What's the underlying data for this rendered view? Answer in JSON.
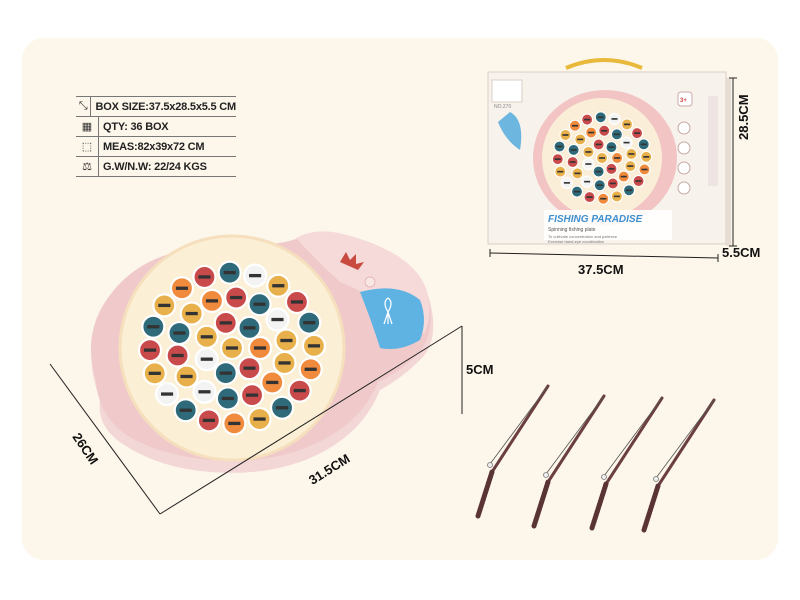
{
  "specs": [
    {
      "icon": "box-size-icon",
      "text": "BOX SIZE:37.5x28.5x5.5 CM"
    },
    {
      "icon": "box-qty-icon",
      "text": "QTY: 36 BOX"
    },
    {
      "icon": "carton-measure-icon",
      "text": "MEAS:82x39x72 CM"
    },
    {
      "icon": "weight-icon",
      "text": "G.W/N.W: 22/24 KGS"
    }
  ],
  "box": {
    "width_label": "37.5CM",
    "height_label": "28.5CM",
    "depth_label": "5.5CM",
    "brand": "NO.270",
    "title": "FISHING PARADISE",
    "subtitle": "Spinning fishing plate",
    "bullet1": "To cultivate concentration and patience",
    "bullet2": "Exercise hand-eye coordination",
    "age": "3+"
  },
  "toy": {
    "width_label": "31.5CM",
    "depth_label": "26CM",
    "height_label": "5CM"
  },
  "colors": {
    "background": "#fdf6ea",
    "pink": "#f3cfcf",
    "cream": "#fbefd6",
    "rod": "#6b3f3f"
  }
}
